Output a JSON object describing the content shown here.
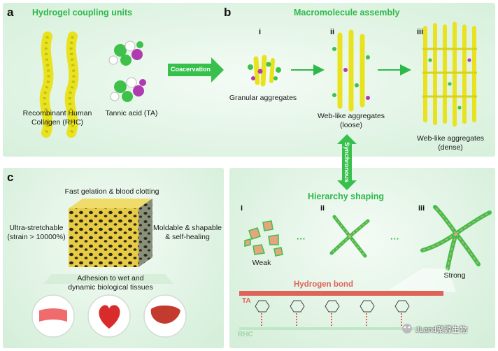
{
  "panel_a": {
    "letter": "a",
    "title": "Hydrogel coupling units",
    "rhc_label_1": "Recombinant Human",
    "rhc_label_2": "Collagen (RHC)",
    "ta_label": "Tannic acid (TA)"
  },
  "panel_b": {
    "letter": "b",
    "title": "Macromolecule assembly",
    "arrow_label": "Coacervation",
    "stage_i": "i",
    "stage_ii": "ii",
    "stage_iii": "iii",
    "granular": "Granular aggregates",
    "web_loose_1": "Web-like aggregates",
    "web_loose_2": "(loose)",
    "web_dense_1": "Web-like aggregates",
    "web_dense_2": "(dense)",
    "synchronous": "Synchronous"
  },
  "panel_c": {
    "letter": "c",
    "top": "Fast gelation & blood clotting",
    "left_1": "Ultra-stretchable",
    "left_2": "(strain > 10000%)",
    "right_1": "Moldable & shapable",
    "right_2": "& self-healing",
    "bottom_1": "Adhesion to wet and",
    "bottom_2": "dynamic biological tissues"
  },
  "panel_d": {
    "title": "Hierarchy shaping",
    "stage_i": "i",
    "stage_ii": "ii",
    "stage_iii": "iii",
    "dots": "···",
    "weak": "Weak",
    "strong": "Strong",
    "hbond": "Hydrogen bond",
    "ta": "TA",
    "rhc": "RHC"
  },
  "watermark": "JLand聚源生物",
  "colors": {
    "accent_green": "#2fb84a",
    "collagen_yellow": "#e9e21f",
    "hbond_red": "#e0635a",
    "panel_bg": "#e3f5e6"
  }
}
